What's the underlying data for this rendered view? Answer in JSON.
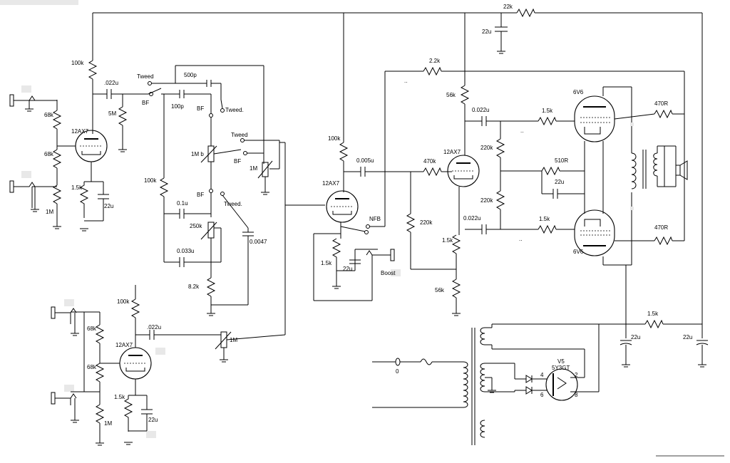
{
  "labels": {
    "r_v1_plate": "100k",
    "c_coupling1": ".022u",
    "r_5m": "5M",
    "tube_v1": "12AX7",
    "r_68k_a": "68k",
    "r_68k_b": "68k",
    "r_cathode1": "1.5k",
    "c_cathode1": "22u",
    "r_1m_in": "1M",
    "sw_tweed_top": "Tweed",
    "sw_bf_top": "BF",
    "c_500p": "500p",
    "c_100p": "100p",
    "sw_bf_mid": "BF",
    "sw_tweed_mid": "Tweed.",
    "pot_1mb": "1M b",
    "sw_tweed_right": "Tweed",
    "sw_bf_right": "BF",
    "pot_1m_vol": "1M",
    "r_100k_tone": "100k",
    "c_01u": "0.1u",
    "sw_bf_low": "BF",
    "sw_tweed_low": "Tweed.",
    "pot_250k": "250k",
    "c_0033u": "0.033u",
    "c_00047": "0.0047",
    "r_82k": "8.2k",
    "r_v2_plate": "100k",
    "c_005u": "0.005u",
    "tube_v2": "12AX7",
    "sw_nfb": "NFB",
    "r_cathode2": "1.5k",
    "c_cathode2": "22u",
    "jack_boost": "Boost",
    "r_470k": "470k",
    "tube_pi": "12AX7",
    "r_220k_grid": "220k",
    "r_1k5_tail": "1.5k",
    "r_56k_tail": "56k",
    "r_22k_fb": "2.2k",
    "r_56k_top": "56k",
    "r_22k_supply": "22k",
    "c_22u_supply_top": "22u",
    "c_0022u_upper": "0.022u",
    "c_0022u_lower": "0.022u",
    "r_220k_upper": "220k",
    "r_220k_lower": "220k",
    "r_510r": "510R",
    "c_22u_bias": "22u",
    "r_1k5_screen_upper": "1.5k",
    "r_1k5_screen_lower": "1.5k",
    "tube_power_upper": "6V6",
    "tube_power_lower": "6V6",
    "r_470r_upper": "470R",
    "r_470r_lower": "470R",
    "r_100k_ch2": "100k",
    "r_68k_ch2a": "68k",
    "r_68k_ch2b": "68k",
    "tube_v3": "12AX7",
    "c_022u_ch2": ".022u",
    "pot_1m_ch2": "1M",
    "r_1k5_ch2": "1.5k",
    "c_22u_ch2": "22u",
    "r_1m_ch2": "1M",
    "r_1k5_psu": "1.5k",
    "c_22u_psu_a": "22u",
    "c_22u_psu_b": "22u",
    "rect_name": "V5",
    "rect_type": "5Y3GT",
    "pin_4": "4",
    "pin_2": "2",
    "pin_6": "6",
    "pin_8": "8",
    "dots_1": "..",
    "dots_2": "..",
    "dots_3": "..",
    "fuse_label": "0"
  }
}
